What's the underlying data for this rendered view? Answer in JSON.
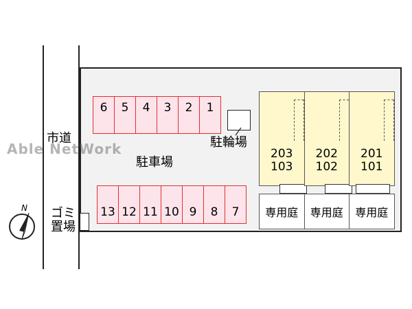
{
  "watermark": "Able NetWork",
  "labels": {
    "city_road": "市道",
    "parking_lot": "駐車場",
    "bicycle_parking": "駐輪場",
    "garbage_1": "ゴミ",
    "garbage_2": "置場",
    "north": "N"
  },
  "parking_top": [
    "6",
    "5",
    "4",
    "3",
    "2",
    "1"
  ],
  "parking_bottom": [
    "13",
    "12",
    "11",
    "10",
    "9",
    "8",
    "7"
  ],
  "units": [
    {
      "upper": "203",
      "lower": "103",
      "garden": "専用庭"
    },
    {
      "upper": "202",
      "lower": "102",
      "garden": "専用庭"
    },
    {
      "upper": "201",
      "lower": "101",
      "garden": "専用庭"
    }
  ],
  "colors": {
    "parking_fill": "#fce4ea",
    "parking_border": "#e03030",
    "building_fill": "#fff8cc",
    "site_fill": "#f2f2f2"
  }
}
